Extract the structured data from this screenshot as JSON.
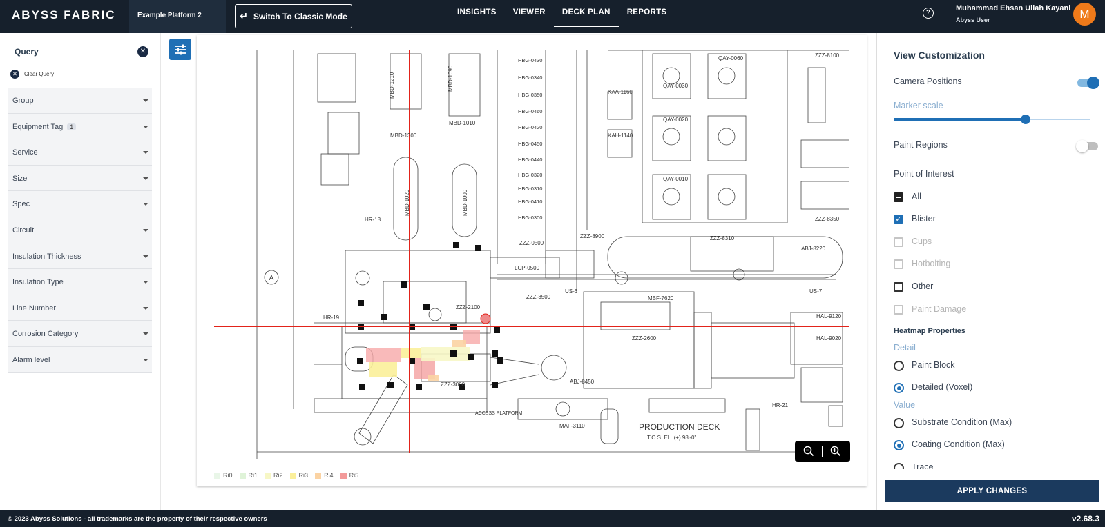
{
  "header": {
    "brand": "ABYSS FABRIC",
    "platform": "Example Platform 2",
    "classic_mode": "Switch To Classic Mode",
    "nav": [
      "INSIGHTS",
      "VIEWER",
      "DECK PLAN",
      "REPORTS"
    ],
    "active_nav": "DECK PLAN",
    "user_name": "Muhammad Ehsan Ullah Kayani",
    "user_role": "Abyss User",
    "avatar_letter": "M"
  },
  "query": {
    "title": "Query",
    "clear": "Clear Query",
    "filters": [
      {
        "label": "Group"
      },
      {
        "label": "Equipment Tag",
        "badge": "1"
      },
      {
        "label": "Service"
      },
      {
        "label": "Size"
      },
      {
        "label": "Spec"
      },
      {
        "label": "Circuit"
      },
      {
        "label": "Insulation Thickness"
      },
      {
        "label": "Insulation Type"
      },
      {
        "label": "Line Number"
      },
      {
        "label": "Corrosion Category"
      },
      {
        "label": "Alarm level"
      }
    ]
  },
  "map": {
    "legend": [
      {
        "label": "Ri0",
        "color": "#e9f6e8"
      },
      {
        "label": "Ri1",
        "color": "#dff3d8"
      },
      {
        "label": "Ri2",
        "color": "#f7f7c6"
      },
      {
        "label": "Ri3",
        "color": "#fbef9a"
      },
      {
        "label": "Ri4",
        "color": "#fbd3a3"
      },
      {
        "label": "Ri5",
        "color": "#f39a9a"
      }
    ],
    "labels": {
      "production_deck": "PRODUCTION DECK",
      "tos": "T.O.S. EL. (+) 98'-0\"",
      "mbd1210": "MBD-1210",
      "mbd1090": "MBD-1090",
      "mbd1300": "MBD-1300",
      "mbd1010": "MBD-1010",
      "mbd1020": "MBD-1020",
      "mbd1000": "MBD-1000",
      "qay0060": "QAY-0060",
      "qay0030": "QAY-0030",
      "qay0020": "QAY-0020",
      "qay0010": "QAY-0010",
      "kaa1160": "KAA-1160",
      "kah1140": "KAH-1140",
      "zzz8100": "ZZZ-8100",
      "zzz8350": "ZZZ-8350",
      "zzz8900": "ZZZ-8900",
      "zzz0500": "ZZZ-0500",
      "zzz8310": "ZZZ-8310",
      "abj8220": "ABJ-8220",
      "zzz3500": "ZZZ-3500",
      "zzz2100": "ZZZ-2100",
      "mbf7620": "MBF-7620",
      "zzz2600": "ZZZ-2600",
      "zzz3000": "ZZZ-3000",
      "abj8450": "ABJ-8450",
      "maf3110": "MAF-3110",
      "hal9120": "HAL-9120",
      "hal9020": "HAL-9020",
      "hr19": "HR-19",
      "hr18": "HR-18",
      "hr21": "HR-21",
      "us6": "US-6",
      "us7": "US-7",
      "lcp0500": "LCP-0500",
      "grid_a": "A",
      "access": "ACCESS PLATFORM",
      "hbg": [
        "HBG-0430",
        "HBG-0340",
        "HBG-0350",
        "HBG-0460",
        "HBG-0420",
        "HBG-0450",
        "HBG-0440",
        "HBG-0320",
        "HBG-0310",
        "HBG-0410",
        "HBG-0300"
      ]
    }
  },
  "customization": {
    "title": "View Customization",
    "camera_positions": "Camera Positions",
    "camera_on": true,
    "marker_scale": "Marker scale",
    "marker_scale_value": 0.67,
    "paint_regions": "Paint Regions",
    "paint_on": false,
    "poi_title": "Point of Interest",
    "poi": [
      {
        "label": "All",
        "state": "indeterminate",
        "enabled": true
      },
      {
        "label": "Blister",
        "state": "checked",
        "enabled": true
      },
      {
        "label": "Cups",
        "state": "unchecked",
        "enabled": false
      },
      {
        "label": "Hotbolting",
        "state": "unchecked",
        "enabled": false
      },
      {
        "label": "Other",
        "state": "unchecked",
        "enabled": true
      },
      {
        "label": "Paint Damage",
        "state": "unchecked",
        "enabled": false
      }
    ],
    "heatmap_title": "Heatmap Properties",
    "detail_label": "Detail",
    "detail_options": [
      {
        "label": "Paint Block",
        "selected": false
      },
      {
        "label": "Detailed (Voxel)",
        "selected": true
      }
    ],
    "value_label": "Value",
    "value_options": [
      {
        "label": "Substrate Condition (Max)",
        "selected": false
      },
      {
        "label": "Coating Condition (Max)",
        "selected": true
      },
      {
        "label": "Trace",
        "selected": false
      }
    ],
    "apply": "APPLY CHANGES"
  },
  "footer": {
    "copyright": "© 2023 Abyss Solutions - all trademarks are the property of their respective owners",
    "version": "v2.68.3"
  }
}
